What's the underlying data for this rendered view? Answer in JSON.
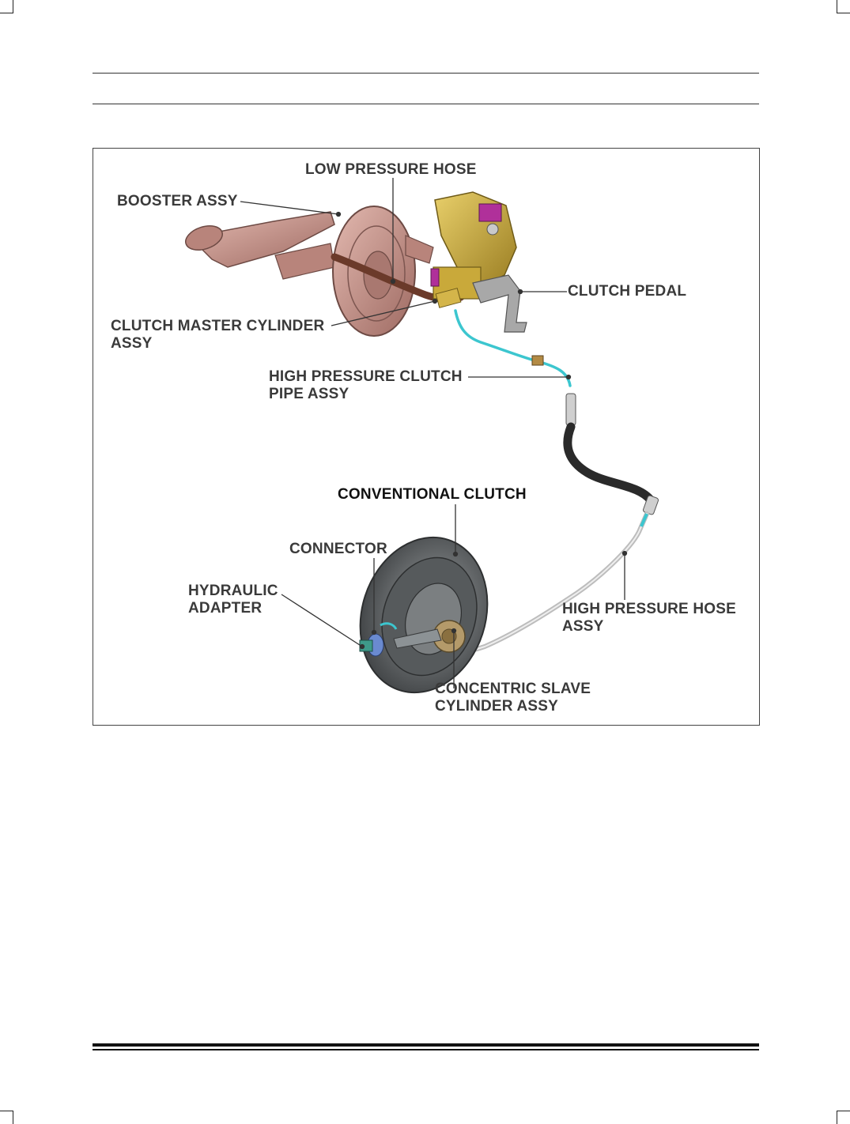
{
  "figure": {
    "labels": {
      "low_pressure_hose": "LOW PRESSURE HOSE",
      "booster_assy": "BOOSTER ASSY",
      "clutch_pedal": "CLUTCH PEDAL",
      "clutch_master_cylinder_assy": {
        "line1": "CLUTCH MASTER CYLINDER",
        "line2": "ASSY"
      },
      "high_pressure_clutch_pipe_assy": {
        "line1": "HIGH PRESSURE CLUTCH",
        "line2": "PIPE ASSY"
      },
      "conventional_clutch": "CONVENTIONAL CLUTCH",
      "connector": "CONNECTOR",
      "hydraulic_adapter": {
        "line1": "HYDRAULIC",
        "line2": "ADAPTER"
      },
      "high_pressure_hose_assy": {
        "line1": "HIGH PRESSURE HOSE",
        "line2": "ASSY"
      },
      "concentric_slave_cylinder_assy": {
        "line1": "CONCENTRIC SLAVE",
        "line2": "CYLINDER ASSY"
      }
    },
    "colors": {
      "booster": "#c9968d",
      "pedal_bracket": "#c9a93a",
      "accent_magenta": "#b0309a",
      "pipe_cyan": "#3cc6cf",
      "hose_black": "#2a2a2a",
      "metal_pipe": "#c8c8c8",
      "clutch_gray": "#6f7375",
      "label_text": "#3a3a3a"
    }
  }
}
